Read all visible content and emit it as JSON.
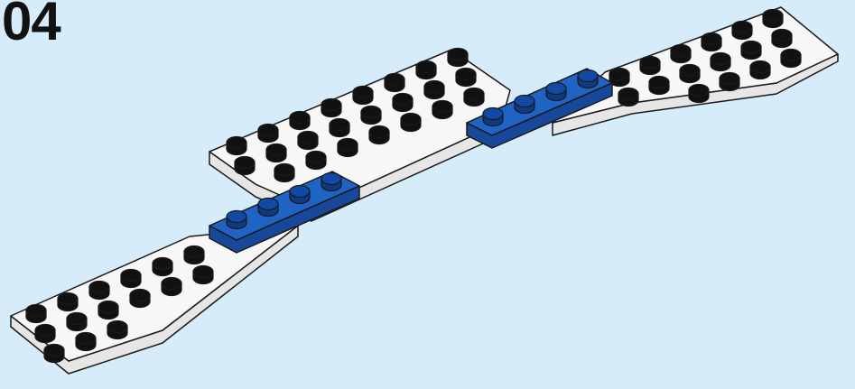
{
  "step": {
    "number": "04"
  },
  "colors": {
    "background": "#d6ecfa",
    "plate_top": "#f7f7f7",
    "plate_side": "#e6e6e6",
    "outline": "#1a1a1a",
    "brick_blue_top": "#1f63c4",
    "brick_blue_side": "#17489a"
  },
  "parts": [
    {
      "name": "white-wedge-plate-left",
      "color": "white"
    },
    {
      "name": "white-large-plate-center",
      "color": "white"
    },
    {
      "name": "white-wedge-plate-right",
      "color": "white"
    },
    {
      "name": "blue-plate-1x4-left",
      "color": "blue"
    },
    {
      "name": "blue-plate-1x4-right",
      "color": "blue"
    }
  ]
}
